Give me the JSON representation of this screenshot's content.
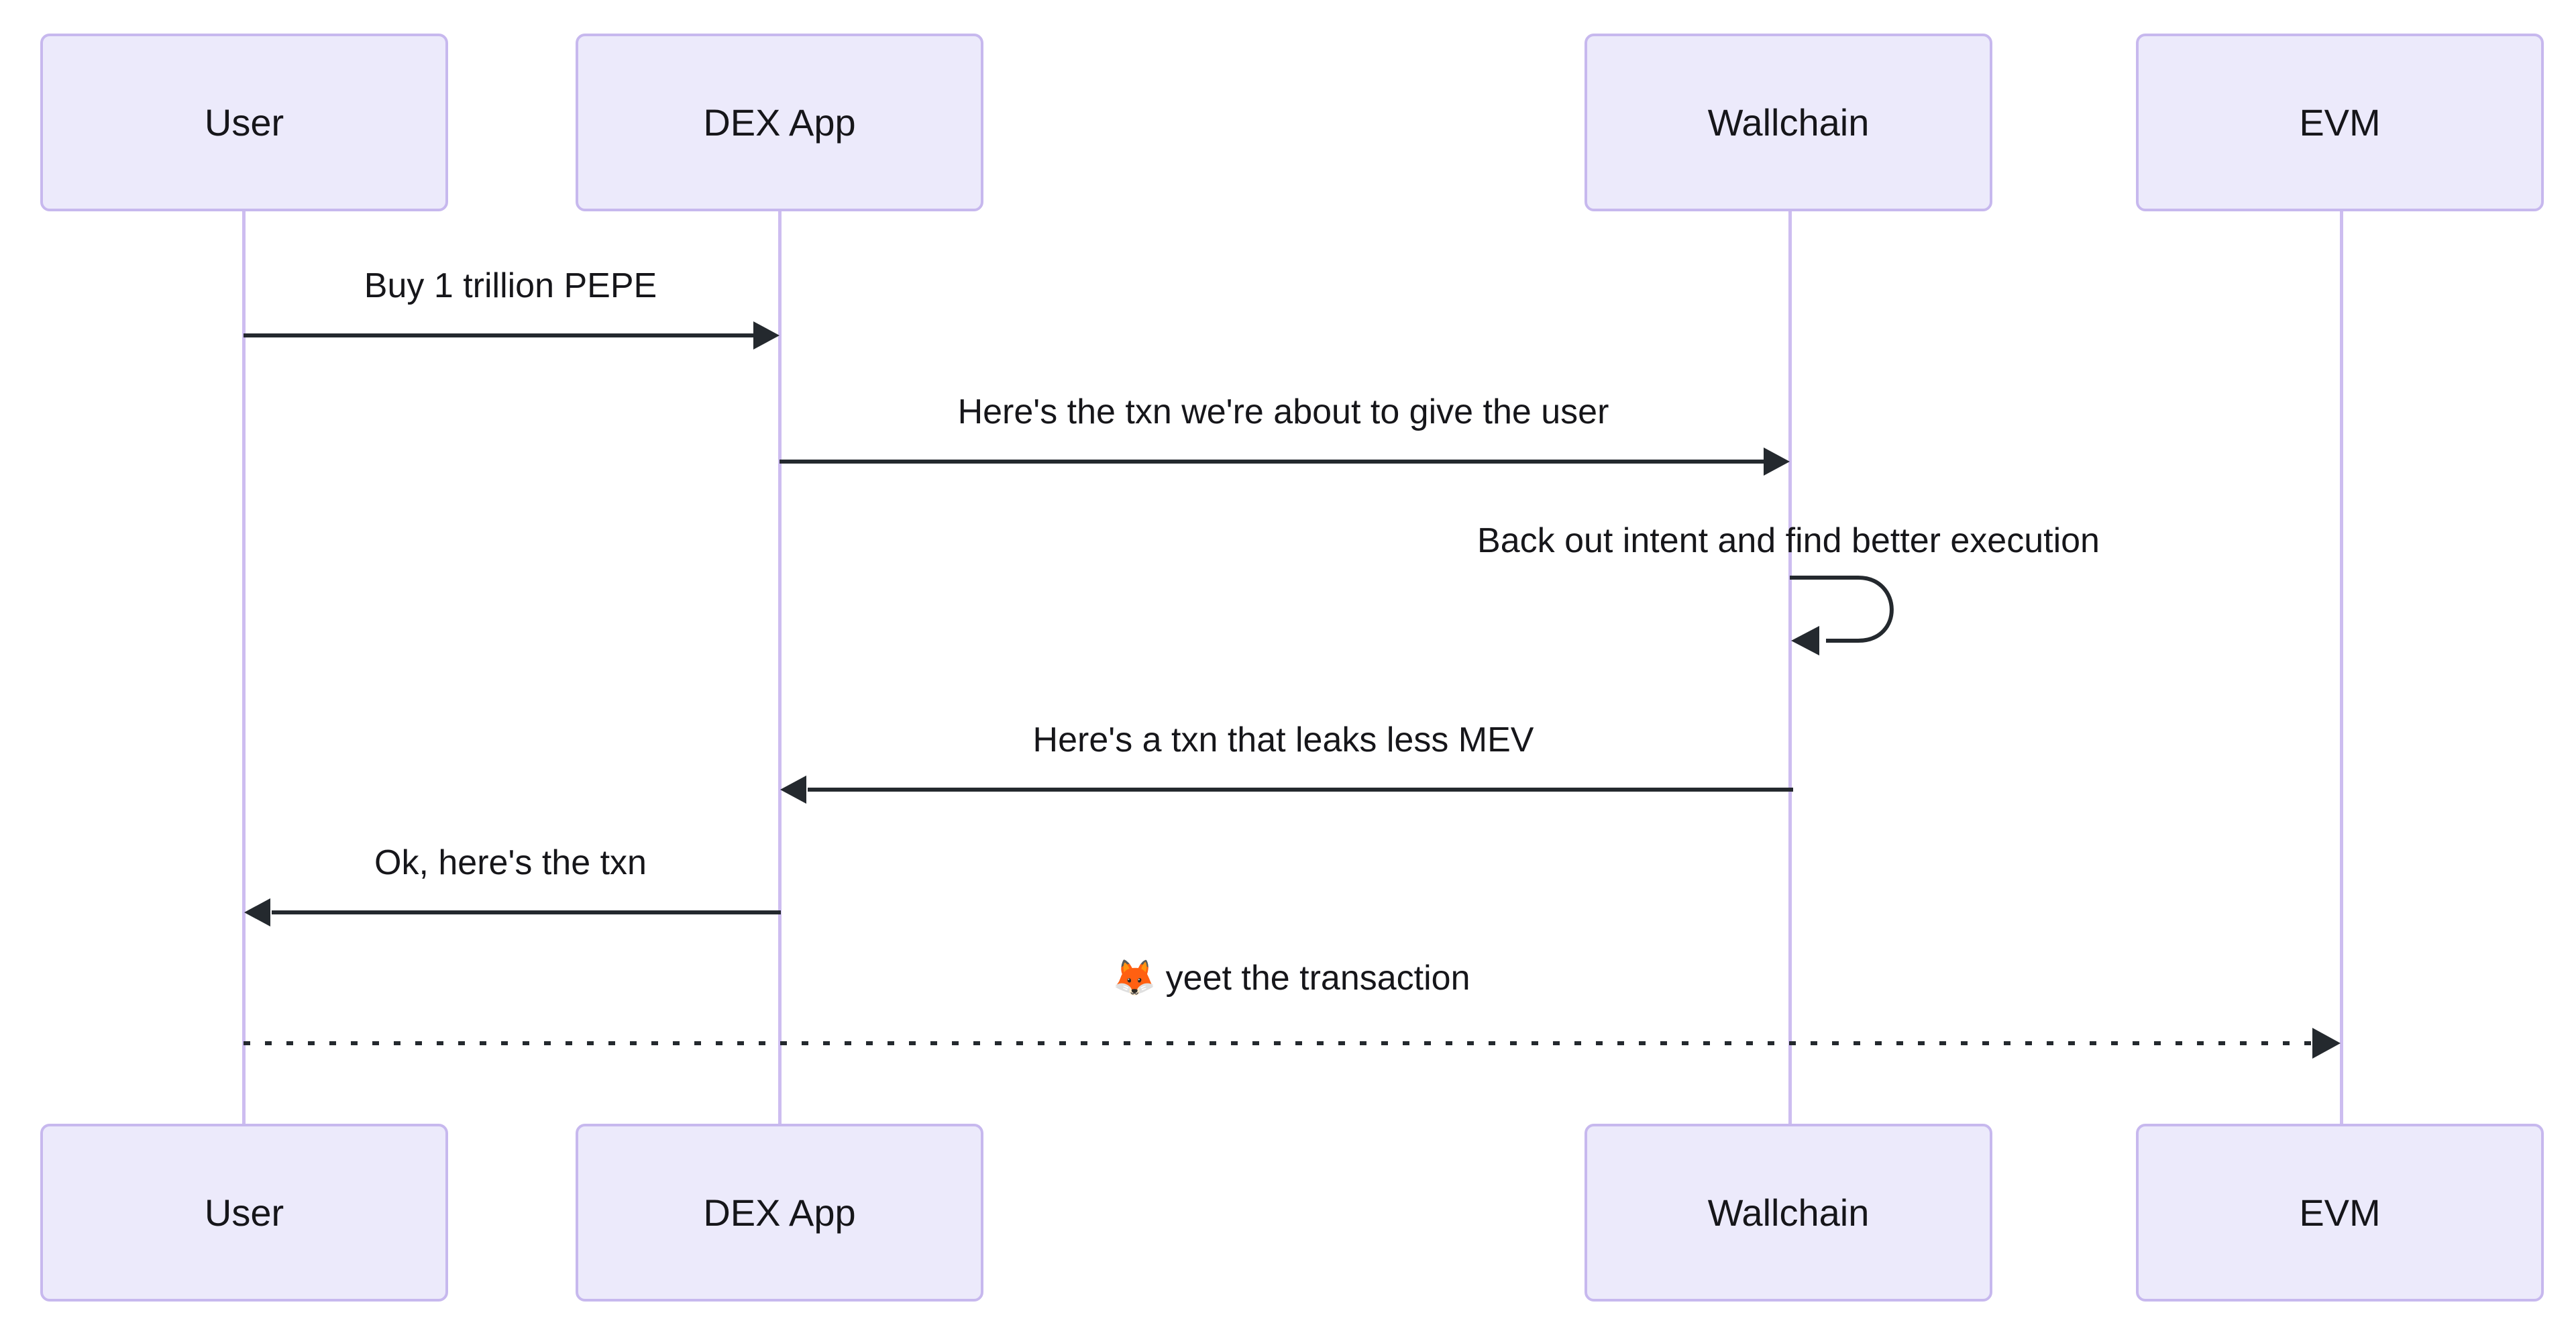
{
  "diagram": {
    "type": "sequence-diagram",
    "title": "",
    "colors": {
      "actor_fill": "#ECEAFB",
      "actor_border": "#C7B8EE",
      "lifeline": "#CDBDF0",
      "arrow": "#24292e",
      "text": "#16161a",
      "background": "#ffffff"
    },
    "participants": [
      {
        "id": "user",
        "label": "User"
      },
      {
        "id": "dex",
        "label": "DEX App"
      },
      {
        "id": "wallchain",
        "label": "Wallchain"
      },
      {
        "id": "evm",
        "label": "EVM"
      }
    ],
    "participants_bottom": [
      {
        "id": "user",
        "label": "User"
      },
      {
        "id": "dex",
        "label": "DEX App"
      },
      {
        "id": "wallchain",
        "label": "Wallchain"
      },
      {
        "id": "evm",
        "label": "EVM"
      }
    ],
    "messages": [
      {
        "index": 1,
        "from": "user",
        "to": "dex",
        "label": "Buy 1 trillion PEPE",
        "direction": "right",
        "style": "solid",
        "arrowhead": "filled"
      },
      {
        "index": 2,
        "from": "dex",
        "to": "wallchain",
        "label": "Here's the txn we're about to give the user",
        "direction": "right",
        "style": "solid",
        "arrowhead": "filled"
      },
      {
        "index": 3,
        "from": "wallchain",
        "to": "wallchain",
        "label": "Back out intent and find better execution",
        "direction": "self",
        "style": "solid",
        "arrowhead": "filled"
      },
      {
        "index": 4,
        "from": "wallchain",
        "to": "dex",
        "label": "Here's a txn that leaks less MEV",
        "direction": "left",
        "style": "solid",
        "arrowhead": "filled"
      },
      {
        "index": 5,
        "from": "dex",
        "to": "user",
        "label": "Ok, here's the txn",
        "direction": "left",
        "style": "solid",
        "arrowhead": "filled"
      },
      {
        "index": 6,
        "from": "user",
        "to": "evm",
        "label": "🦊 yeet the transaction",
        "icon": "fox-face-icon",
        "icon_glyph": "🦊",
        "text_after_icon": "yeet the transaction",
        "direction": "right",
        "style": "dashed",
        "arrowhead": "filled"
      }
    ]
  }
}
